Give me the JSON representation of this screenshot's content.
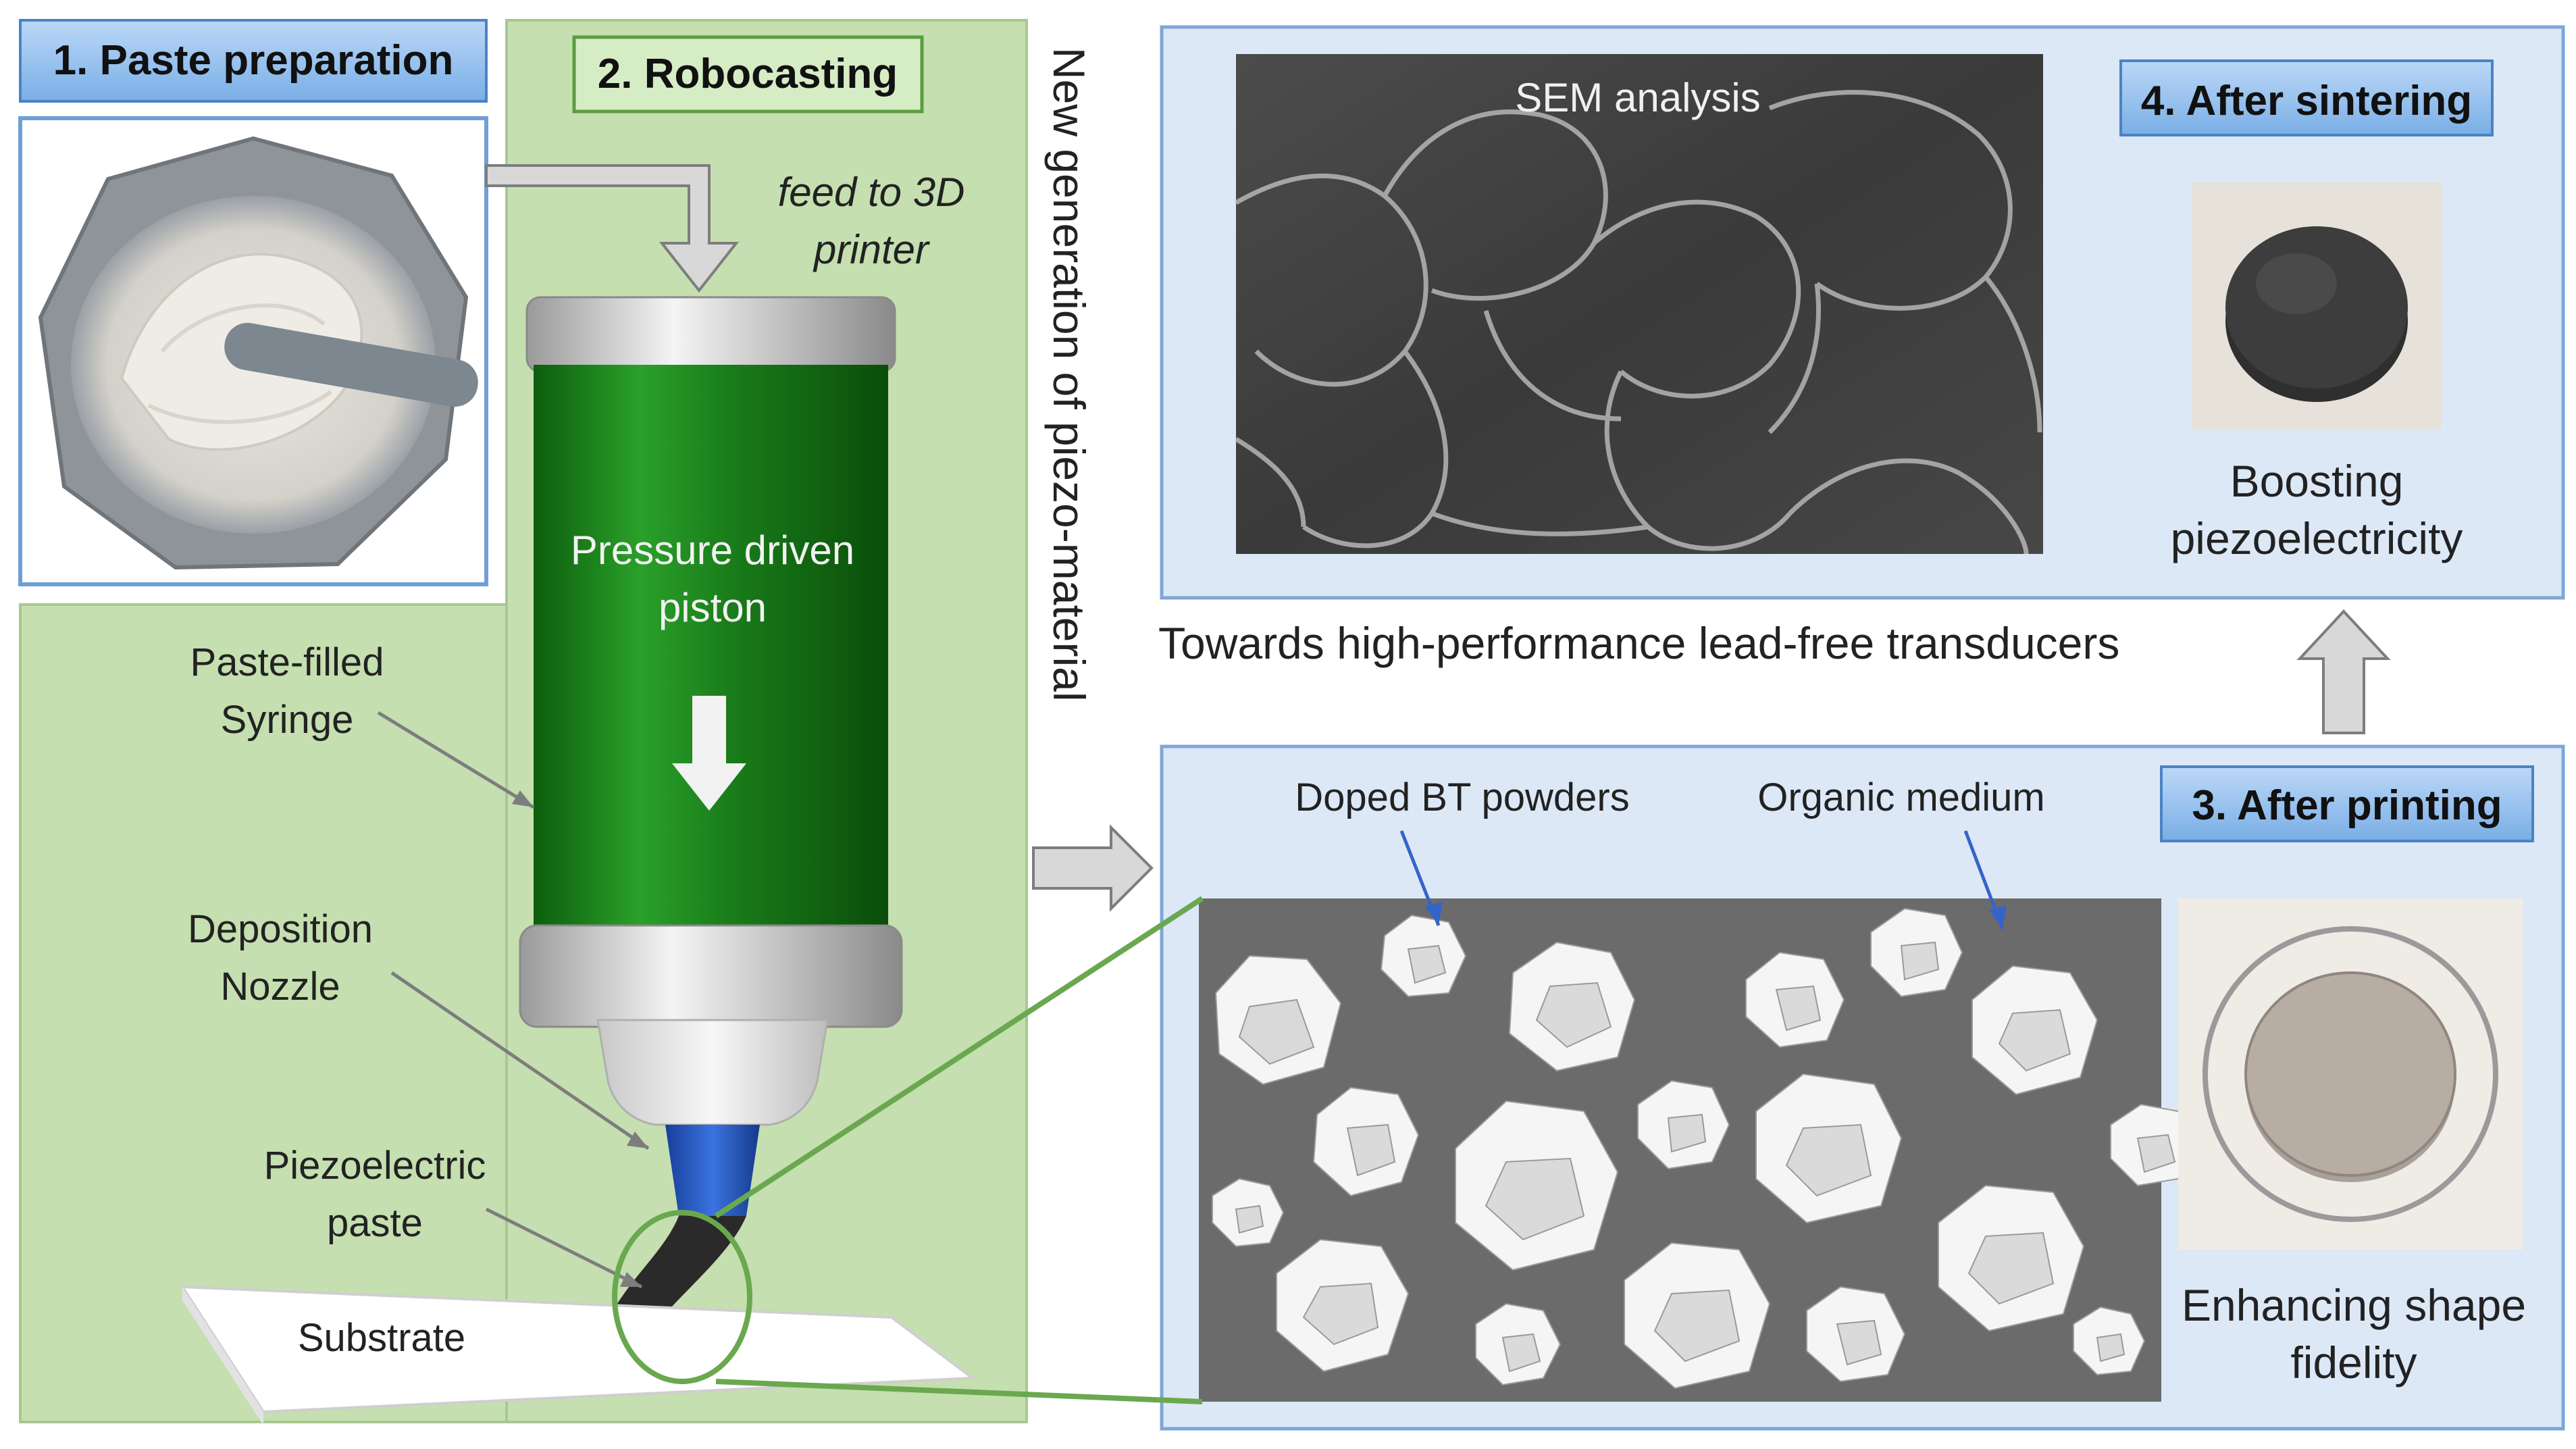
{
  "steps": {
    "paste_preparation": "1. Paste preparation",
    "robocasting": "2. Robocasting",
    "after_printing": "3. After printing",
    "after_sintering": "4. After sintering"
  },
  "labels": {
    "feed_line1": "feed to 3D",
    "feed_line2": "printer",
    "piston_line1": "Pressure driven",
    "piston_line2": "piston",
    "syringe_line1": "Paste-filled",
    "syringe_line2": "Syringe",
    "nozzle_line1": "Deposition",
    "nozzle_line2": "Nozzle",
    "paste_line1": "Piezoelectric",
    "paste_line2": "paste",
    "substrate": "Substrate",
    "vertical_caption": "New generation of piezo-material",
    "sem": "SEM analysis",
    "towards": "Towards high-performance lead-free transducers",
    "doped_bt": "Doped BT powders",
    "organic": "Organic medium",
    "boosting_line1": "Boosting",
    "boosting_line2": "piezoelectricity",
    "shape_line1": "Enhancing shape",
    "shape_line2": "fidelity"
  },
  "colors": {
    "green_panel": "#c5dfb0",
    "blue_panel": "#dde8f7",
    "syringe_green": "#1f8a1f",
    "nozzle_blue": "#2a5fcc",
    "outline_green": "#6aa84f",
    "medium_gray": "#6b6b6b"
  }
}
